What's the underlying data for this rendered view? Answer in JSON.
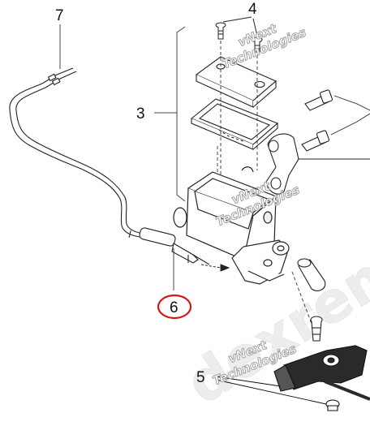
{
  "diagram": {
    "callouts": [
      {
        "id": "7",
        "label": "7"
      },
      {
        "id": "4",
        "label": "4"
      },
      {
        "id": "3",
        "label": "3"
      },
      {
        "id": "6",
        "label": "6",
        "highlight_color": "#d01a1a"
      },
      {
        "id": "5",
        "label": "5"
      }
    ],
    "watermarks": [
      {
        "line1": "vNext",
        "line2": "Technologies"
      },
      {
        "line1": "vNext",
        "line2": "Technologies"
      },
      {
        "line1": "vNext",
        "line2": "Technologies"
      }
    ],
    "background_watermark": "dexreme"
  }
}
